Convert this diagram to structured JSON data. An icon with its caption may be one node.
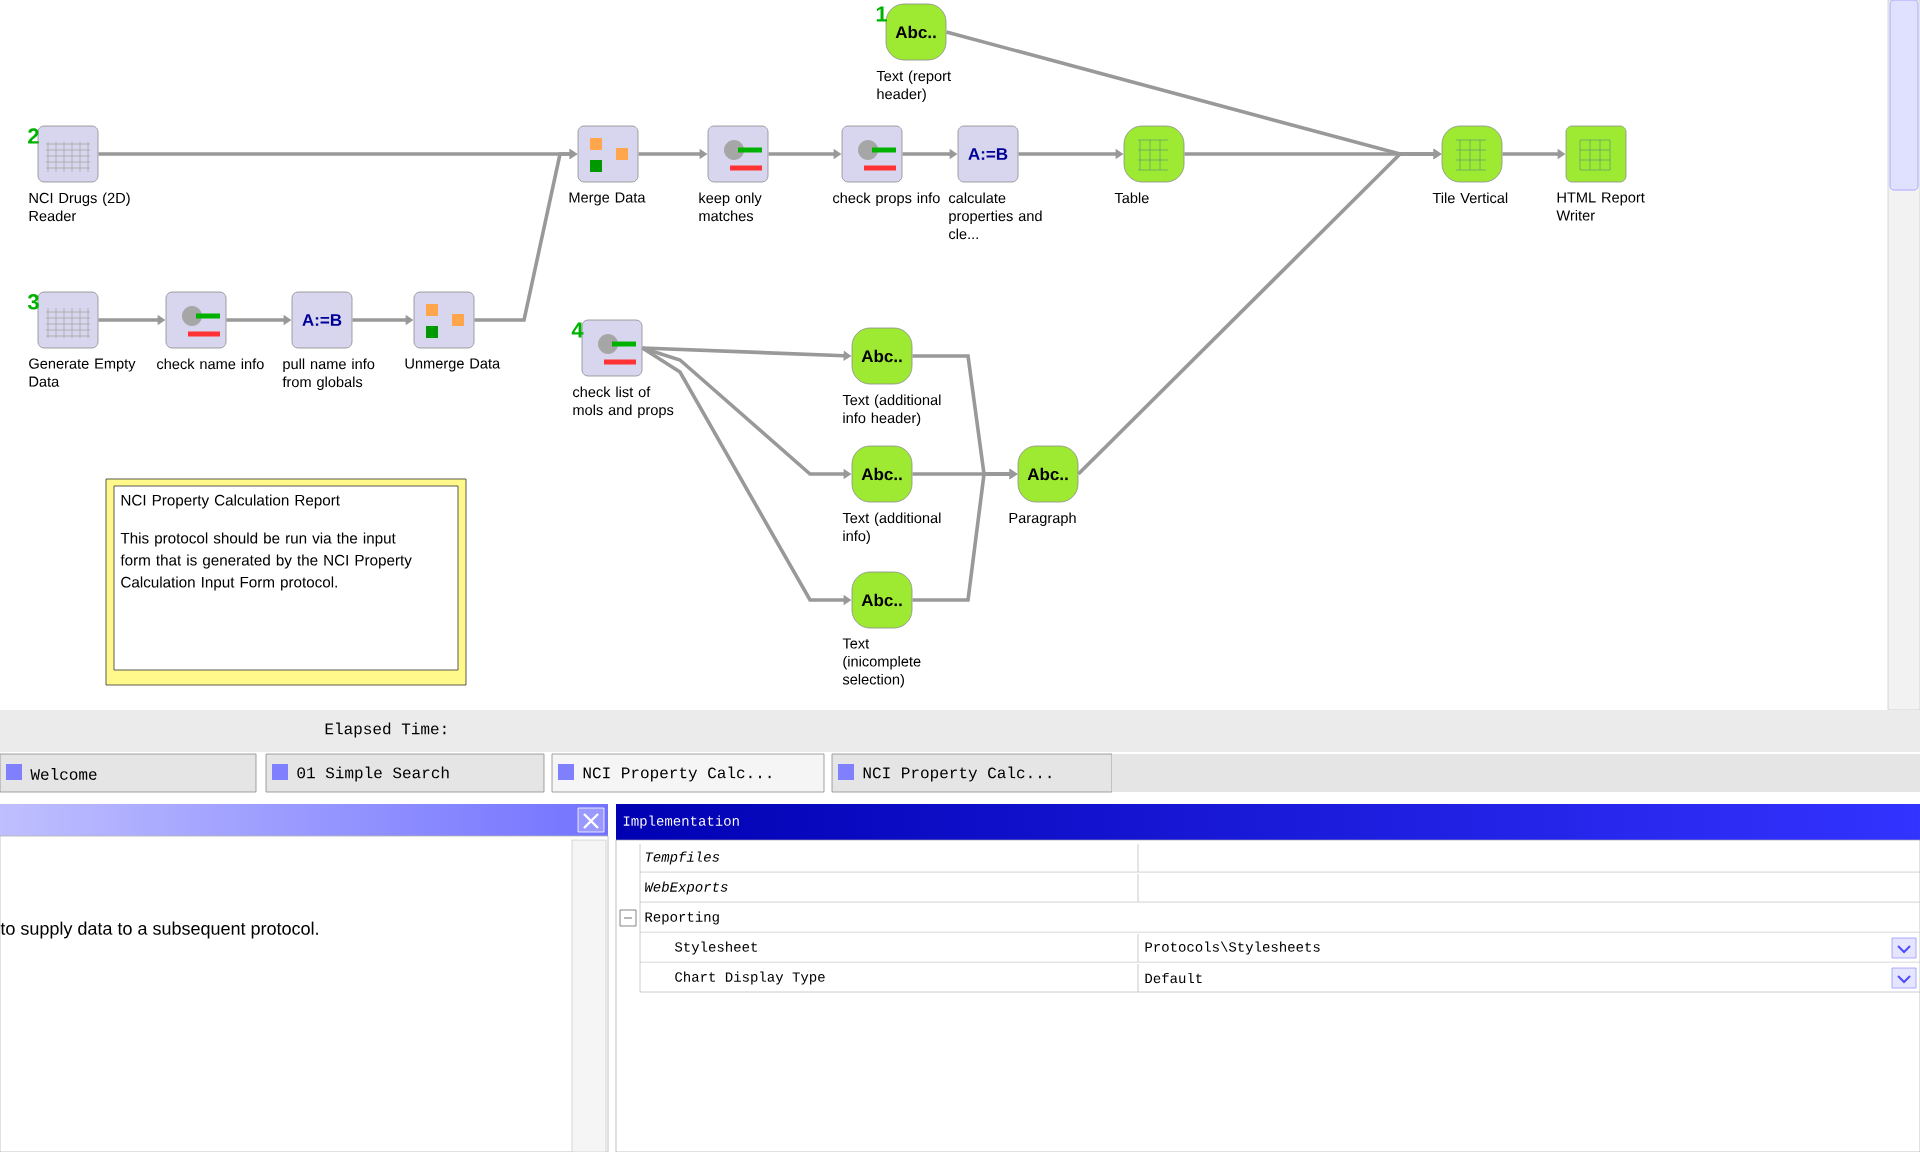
{
  "diagram": {
    "nodes": [
      {
        "text": [
          "Abc..",
          "Text (report header)"
        ],
        "beside": [
          "1"
        ]
      },
      {
        "text": [
          "NCI Drugs (2D) Reader"
        ],
        "beside": [
          "2"
        ]
      },
      {
        "text": [
          "Generate Empty Data"
        ],
        "beside": [
          "3"
        ]
      },
      {
        "text": [
          "check name info"
        ]
      },
      {
        "text": [
          "A:=B",
          "pull name info from globals"
        ]
      },
      {
        "text": [
          "Unmerge Data"
        ]
      },
      {
        "text": [
          "Merge Data"
        ]
      },
      {
        "text": [
          "keep only matches"
        ]
      },
      {
        "text": [
          "check props info"
        ]
      },
      {
        "text": [
          "A:=B",
          "calculate properties and cle..."
        ]
      },
      {
        "text": [
          "Table"
        ]
      },
      {
        "text": [
          "Tile Vertical"
        ]
      },
      {
        "text": [
          "HTML Report Writer"
        ]
      },
      {
        "text": [
          "check list of mols and props"
        ],
        "beside": [
          "4"
        ]
      },
      {
        "text": [
          "Abc..",
          "Text (additional info header)"
        ]
      },
      {
        "text": [
          "Abc..",
          "Text (additional info)"
        ]
      },
      {
        "text": [
          "Abc..",
          "Paragraph"
        ]
      },
      {
        "text": [
          "Abc..",
          "Text (inicomplete selection)"
        ]
      },
      {
        "text": [
          "NCI Property Calculation Report",
          "This protocol should be run via the input form that is generated by the NCI Property Calculation Input Form protocol."
        ]
      }
    ],
    "edges": [
      {
        "from": 1,
        "to": 6,
        "arrow": "to"
      },
      {
        "from": 2,
        "to": 3,
        "arrow": "to"
      },
      {
        "from": 3,
        "to": 4,
        "arrow": "to"
      },
      {
        "from": 4,
        "to": 5,
        "arrow": "to"
      },
      {
        "from": 5,
        "to": 6,
        "arrow": "to"
      },
      {
        "from": 6,
        "to": 7,
        "arrow": "to"
      },
      {
        "from": 7,
        "to": 8,
        "arrow": "to"
      },
      {
        "from": 8,
        "to": 9,
        "arrow": "to"
      },
      {
        "from": 9,
        "to": 10,
        "arrow": "to"
      },
      {
        "from": 10,
        "to": 11,
        "arrow": "to"
      },
      {
        "from": 0,
        "to": 11,
        "arrow": "to"
      },
      {
        "from": 16,
        "to": 11,
        "arrow": "to"
      },
      {
        "from": 11,
        "to": 12,
        "arrow": "to"
      },
      {
        "from": 13,
        "to": 14,
        "arrow": "to"
      },
      {
        "from": 13,
        "to": 15,
        "arrow": "to"
      },
      {
        "from": 13,
        "to": 17,
        "arrow": "to"
      },
      {
        "from": 14,
        "to": 16,
        "arrow": "to"
      },
      {
        "from": 15,
        "to": 16,
        "arrow": "to"
      },
      {
        "from": 17,
        "to": 16,
        "arrow": "to"
      }
    ],
    "labels": [
      "Elapsed Time:",
      "Welcome",
      "01 Simple Search",
      "NCI Property Calc...",
      "NCI Property Calc...",
      "to supply data to a subsequent protocol.",
      "Implementation",
      "Tempfiles",
      "WebExports",
      "Reporting",
      "Stylesheet",
      "Protocols\\Stylesheets",
      "Chart Display Type",
      "Default"
    ]
  }
}
